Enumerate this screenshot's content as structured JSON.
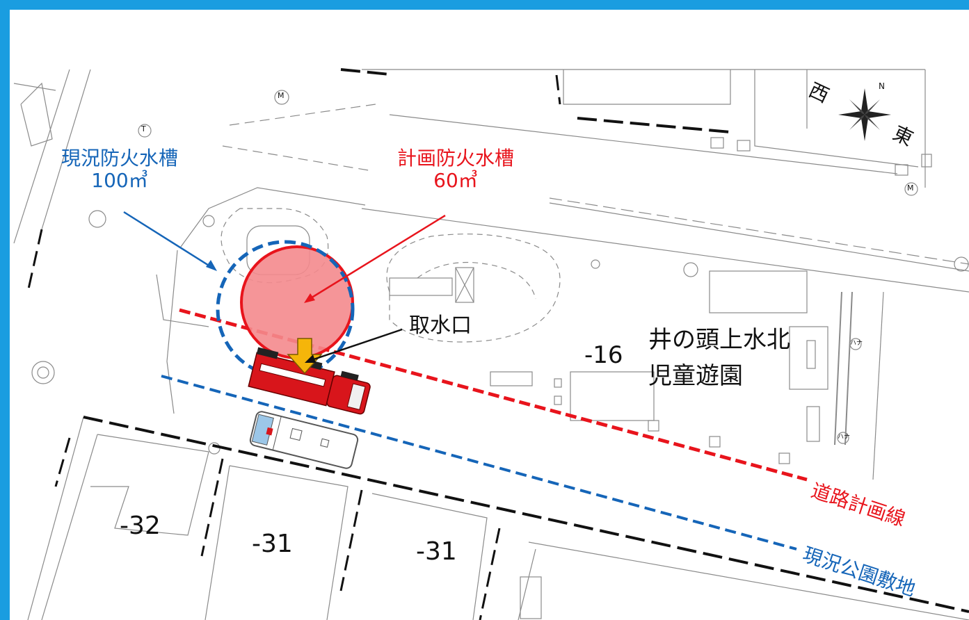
{
  "labels": {
    "existing_tank": {
      "name": "現況防火水槽",
      "volume": "100㎥"
    },
    "planned_tank": {
      "name": "計画防火水槽",
      "volume": "60㎥"
    },
    "water_intake": "取水口",
    "park": {
      "lot": "-16",
      "name_line1": "井の頭上水北",
      "name_line2": "児童遊園"
    },
    "lots": [
      "-32",
      "-31",
      "-31"
    ],
    "compass": {
      "west": "西",
      "east": "東",
      "north": "N"
    },
    "road_plan_line": "道路計画線",
    "existing_park_site": "現況公園敷地",
    "map_symbols": [
      "T",
      "M",
      "M",
      "ハナ",
      "ハナ"
    ]
  },
  "colors": {
    "frame": "#1a9de0",
    "existing": "#1565b8",
    "planned": "#e8141c",
    "planned_fill": "#f48a8d",
    "arrow_yellow": "#f5b50a"
  }
}
